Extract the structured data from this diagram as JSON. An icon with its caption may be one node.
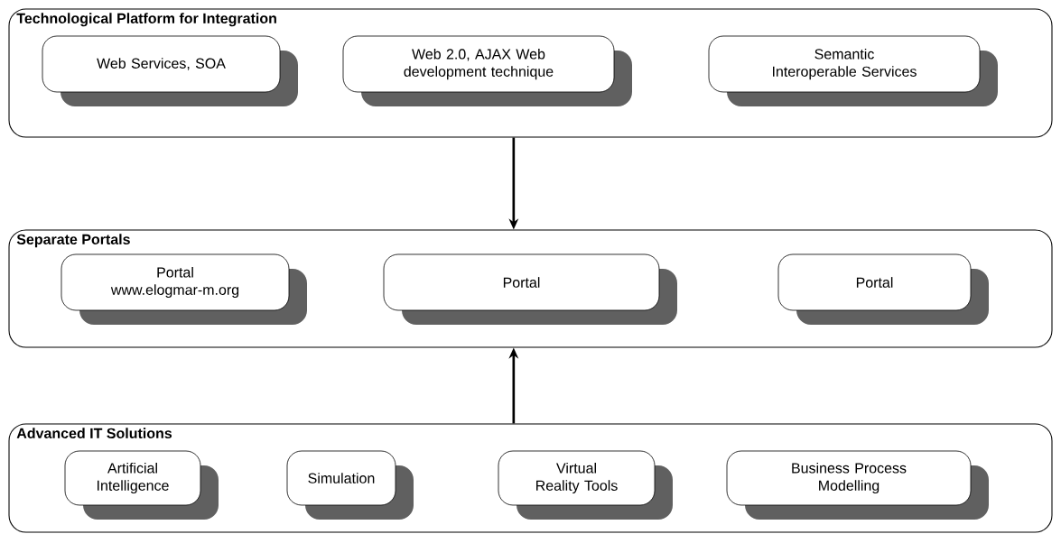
{
  "diagram": {
    "nodes": [
      {
        "text": [
          "Technological Platform for Integration"
        ]
      },
      {
        "text": [
          "Web Services, SOA"
        ],
        "in": 0
      },
      {
        "text": [
          "Web 2.0, AJAX Web development technique"
        ],
        "in": 0
      },
      {
        "text": [
          "Semantic Interoperable Services"
        ],
        "in": 0
      },
      {
        "text": [
          "Separate Portals"
        ]
      },
      {
        "text": [
          "Portal www.elogmar-m.org"
        ],
        "in": 4
      },
      {
        "text": [
          "Portal"
        ],
        "in": 4
      },
      {
        "text": [
          "Portal"
        ],
        "in": 4
      },
      {
        "text": [
          "Advanced IT Solutions"
        ]
      },
      {
        "text": [
          "Artificial Intelligence"
        ],
        "in": 8
      },
      {
        "text": [
          "Simulation"
        ],
        "in": 8
      },
      {
        "text": [
          "Virtual Reality Tools"
        ],
        "in": 8
      },
      {
        "text": [
          "Business Process Modelling"
        ],
        "in": 8
      }
    ],
    "edges": [
      {
        "from": 0,
        "to": 4,
        "arrow": "to"
      },
      {
        "from": 8,
        "to": 4,
        "arrow": "to"
      }
    ]
  }
}
